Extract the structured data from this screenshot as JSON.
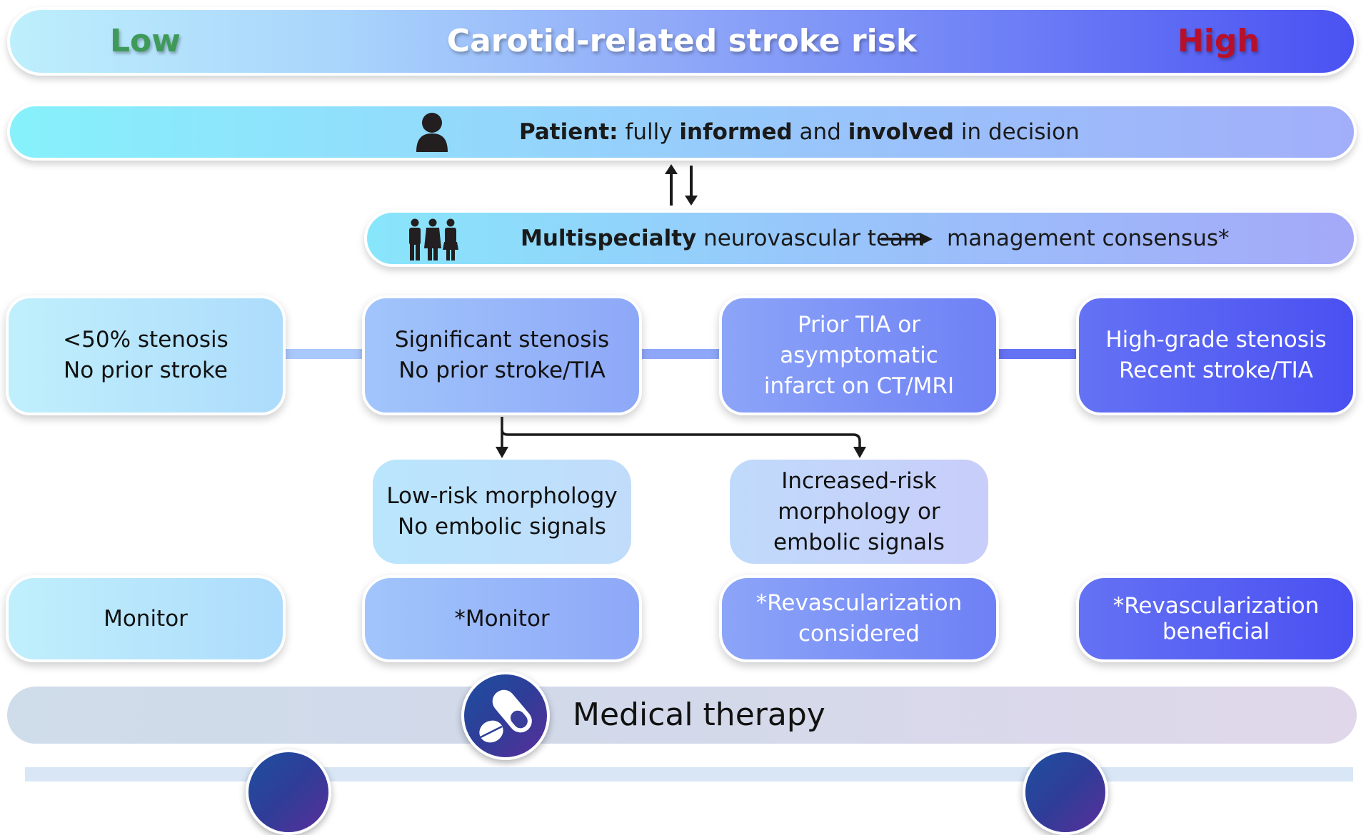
{
  "header": {
    "low_label": "Low",
    "title": "Carotid-related stroke risk",
    "high_label": "High"
  },
  "patient": {
    "icon": "person-icon",
    "parts": [
      "Patient:",
      " fully ",
      "informed",
      " and ",
      "involved",
      " in decision"
    ]
  },
  "team": {
    "icon": "medical-team-icon",
    "bold": "Multispecialty",
    "rest": " neurovascular team",
    "arrow_icon": "right-arrow-icon",
    "result": "management consensus*"
  },
  "risk_levels": [
    {
      "label": "<50% stenosis\nNo prior stroke"
    },
    {
      "label": "Significant stenosis\nNo prior stroke/TIA"
    },
    {
      "label": "Prior TIA or\nasymptomatic\ninfarct on CT/MRI"
    },
    {
      "label": "High-grade stenosis\nRecent stroke/TIA"
    }
  ],
  "morphology": [
    {
      "label": "Low-risk morphology\nNo embolic signals"
    },
    {
      "label": "Increased-risk\nmorphology or\nembolic signals"
    }
  ],
  "actions": [
    {
      "label": "Monitor"
    },
    {
      "label": "*Monitor"
    },
    {
      "label": "*Revascularization\nconsidered"
    },
    {
      "label": "*Revascularization\nbeneficial"
    }
  ],
  "therapy": {
    "icon": "pills-icon",
    "label": "Medical therapy"
  },
  "colors": {
    "low": "#3f9a5a",
    "high": "#b8102a",
    "gradient_start": "#bdeffc",
    "gradient_end": "#4a52f2"
  }
}
